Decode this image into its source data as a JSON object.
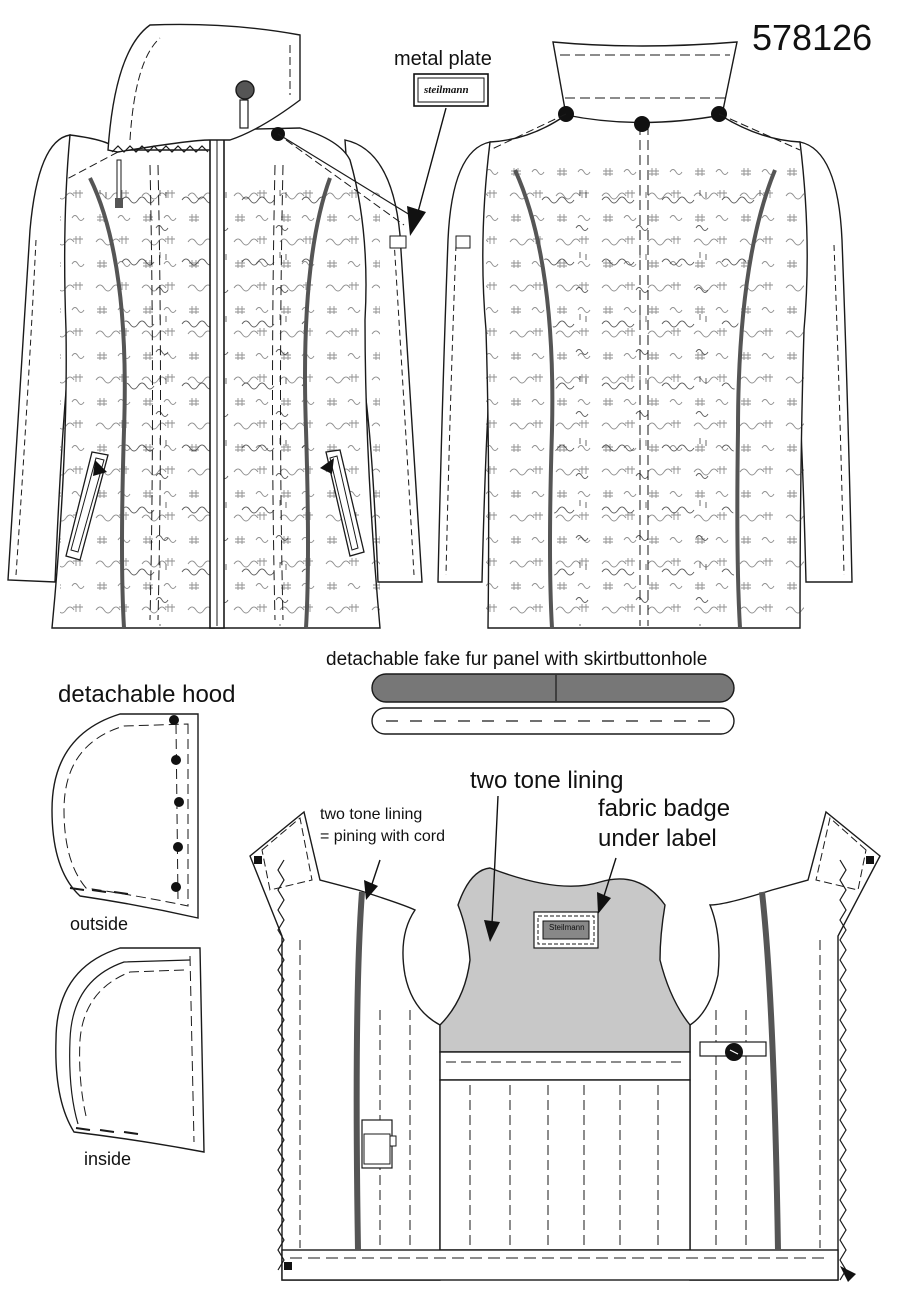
{
  "style_number": "578126",
  "labels": {
    "metal_plate": "metal plate",
    "plate_brand": "steilmann",
    "fur_panel": "detachable fake fur panel with skirtbuttonhole",
    "hood": "detachable hood",
    "outside": "outside",
    "inside": "inside",
    "two_tone_lining": "two tone lining",
    "piping_line1": "two tone lining",
    "piping_line2": "= pining with cord",
    "badge_line1": "fabric badge",
    "badge_line2": "under label",
    "badge_text": "Steilmann"
  },
  "colors": {
    "line": "#1a1a1a",
    "piping": "#555555",
    "lining_gray": "#c8c8c8",
    "fur_panel": "#777777",
    "paper": "#ffffff"
  }
}
